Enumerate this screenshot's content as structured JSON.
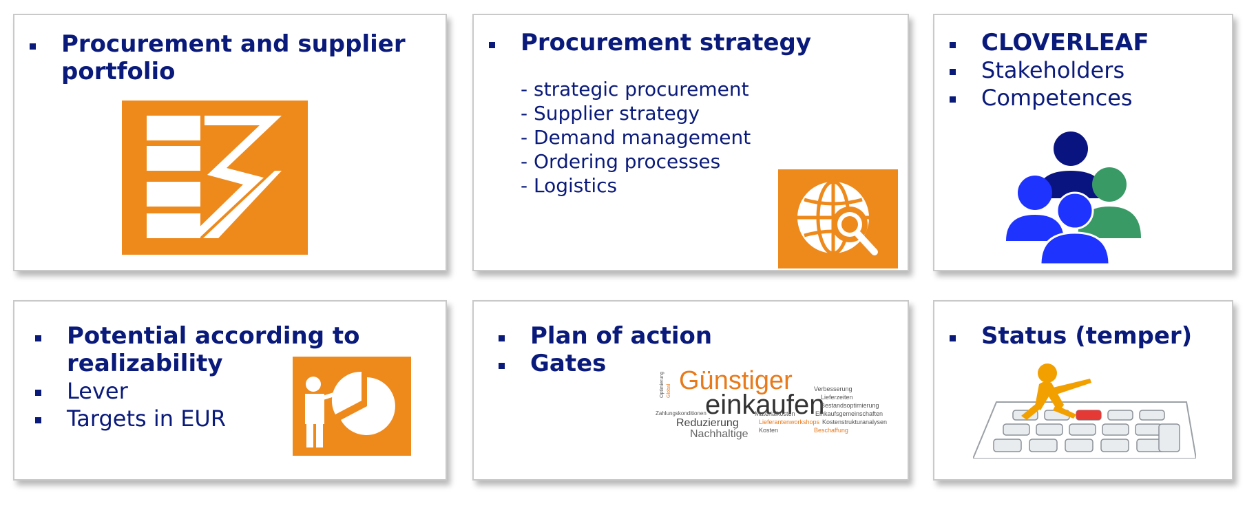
{
  "cards": {
    "portfolio": {
      "title": "Procurement and supplier portfolio"
    },
    "strategy": {
      "title": "Procurement strategy",
      "subitems": [
        "- strategic procurement",
        "- Supplier strategy",
        "- Demand management",
        "- Ordering processes",
        "- Logistics"
      ]
    },
    "cloverleaf": {
      "items": [
        "CLOVERLEAF",
        "Stakeholders",
        "Competences"
      ]
    },
    "potential": {
      "title": "Potential according to realizability",
      "items": [
        "Lever",
        "Targets in EUR"
      ]
    },
    "plan": {
      "items": [
        "Plan of action",
        "Gates"
      ]
    },
    "status": {
      "title": "Status (temper)"
    }
  },
  "wordcloud": {
    "main1": "Günstiger",
    "main2": "einkaufen",
    "reduzierung": "Reduzierung",
    "nachhaltige": "Nachhaltige",
    "verbesserung": "Verbesserung",
    "lieferzeiten": "Lieferzeiten",
    "bestandsoptimierung": "Bestandsoptimierung",
    "einkaufsgemeinschaften": "Einkaufsgemeinschaften",
    "materialkosten": "Materialkosten",
    "zahlungskonditionen": "Zahlungskonditionen",
    "kostenstrukturanalysen": "Kostenstrukturanalysen",
    "lieferantenworkshops": "Lieferantenworkshops",
    "kosten": "Kosten",
    "beschaffung": "Beschaffung",
    "optimierung": "Optimierung",
    "global": "Global"
  },
  "colors": {
    "orange": "#ee8a1c",
    "navy": "#0a1a7a",
    "blue": "#1f33ff",
    "darkblue": "#0a1480",
    "green": "#3a9a66"
  },
  "icons": [
    "supplier-funnel-icon",
    "globe-search-icon",
    "people-group-icon",
    "presenter-pie-chart-icon",
    "calculator-person-icon"
  ]
}
